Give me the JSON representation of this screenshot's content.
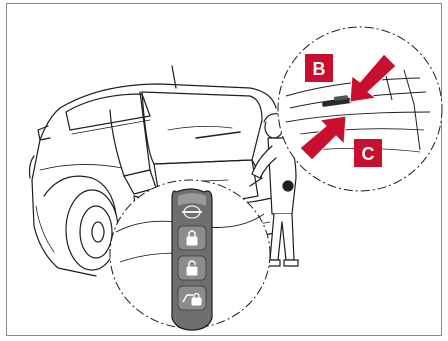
{
  "callouts": {
    "b": {
      "label": "B",
      "color": "#c8102e"
    },
    "c": {
      "label": "C",
      "color": "#c8102e"
    }
  },
  "icons": [
    "car-rear-illustration",
    "person-illustration",
    "intelligent-key-fob",
    "lock-icon",
    "unlock-icon",
    "tailgate-icon",
    "arrow-icon"
  ]
}
